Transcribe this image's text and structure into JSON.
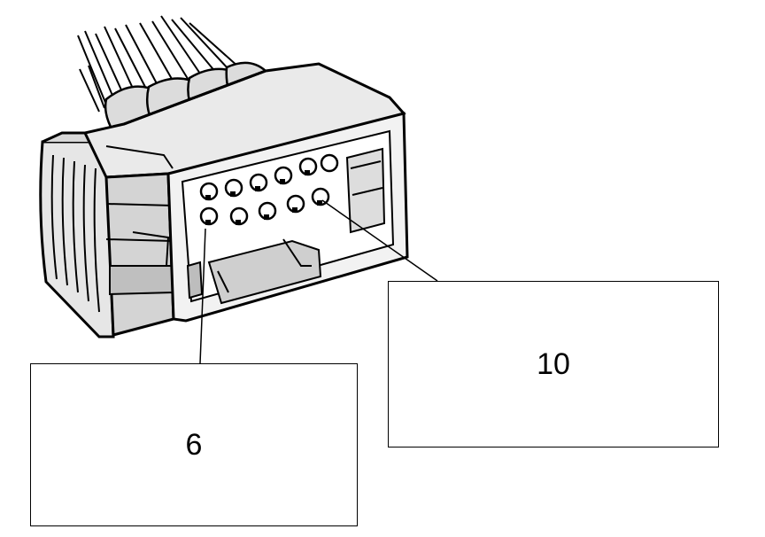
{
  "callouts": [
    {
      "label": "6"
    },
    {
      "label": "10"
    }
  ],
  "colors": {
    "line": "#000000",
    "background": "#ffffff",
    "body_gray": "#cfcfcf",
    "dark_gray": "#8a8a8a"
  },
  "icons": {
    "connector": "electrical-connector-illustration"
  }
}
